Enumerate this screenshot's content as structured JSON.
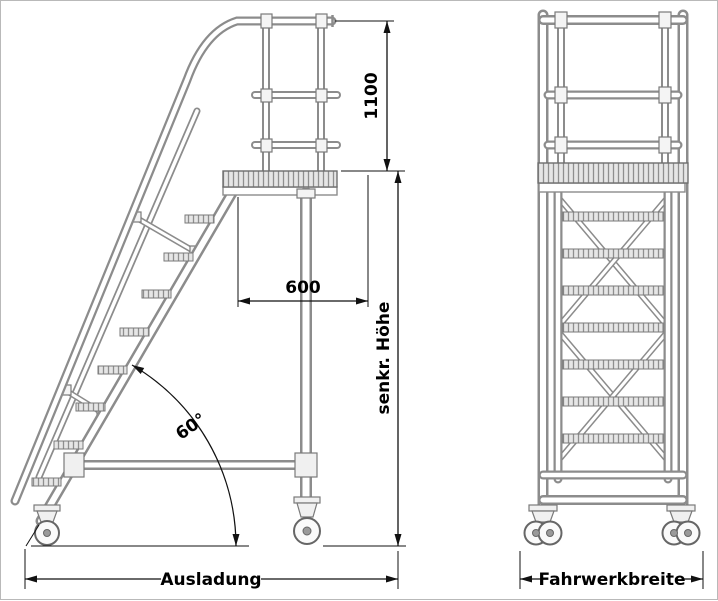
{
  "colors": {
    "background": "#ffffff",
    "structure": "#8c8c8c",
    "dimension": "#111111",
    "text": "#000000"
  },
  "views": {
    "side": {
      "dimensions": {
        "guardrail_height": "1100",
        "platform_depth": "600",
        "incline_angle": "60°",
        "vertical_height_label": "senkr. Höhe",
        "outreach_label": "Ausladung"
      }
    },
    "front": {
      "dimensions": {
        "chassis_width_label": "Fahrwerkbreite"
      }
    }
  }
}
